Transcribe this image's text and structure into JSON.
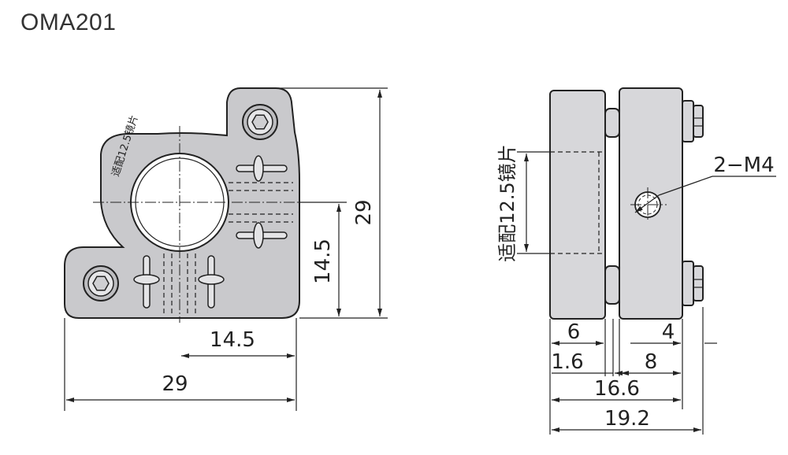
{
  "model": "OMA201",
  "front_view": {
    "engraving": "适配12.5镜片",
    "dims": {
      "height_total": "29",
      "height_center": "14.5",
      "width_center": "14.5",
      "width_total": "29"
    }
  },
  "side_view": {
    "lens_label": "适配12.5镜片",
    "thread_label": "2−M4",
    "dims": {
      "part_a": "6",
      "gap": "1.6",
      "part_b": "4",
      "part_c": "8",
      "total_inner": "16.6",
      "total": "19.2"
    }
  }
}
